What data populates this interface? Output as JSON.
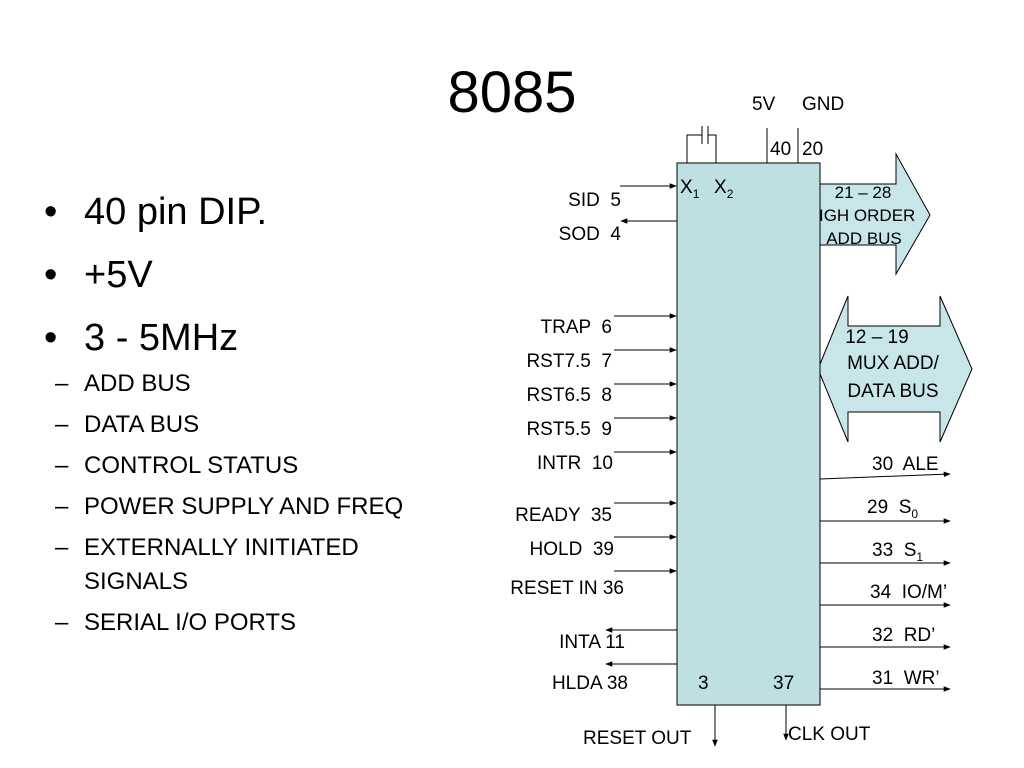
{
  "slide": {
    "title": "8085",
    "bullets": [
      {
        "text": "40 pin DIP."
      },
      {
        "text": "+5V"
      },
      {
        "text": "3 - 5MHz",
        "sub": [
          "ADD BUS",
          "DATA BUS",
          "CONTROL STATUS",
          "POWER SUPPLY AND FREQ",
          "EXTERNALLY INITIATED SIGNALS",
          "SERIAL I/O PORTS"
        ]
      }
    ]
  },
  "diagram": {
    "colors": {
      "chip_fill": "#bfe0e3",
      "arrow_fill": "#c8e6e9",
      "line": "#000000"
    },
    "power": {
      "vcc": "5V",
      "gnd": "GND",
      "vcc_pin": "40",
      "gnd_pin": "20"
    },
    "crystal": [
      {
        "base": "X",
        "sub": "1"
      },
      {
        "base": "X",
        "sub": "2"
      }
    ],
    "left_pins": [
      {
        "name": "SID",
        "pin": "5",
        "direction": "in"
      },
      {
        "name": "SOD",
        "pin": "4",
        "direction": "out"
      },
      {
        "name": "TRAP",
        "pin": "6",
        "direction": "in"
      },
      {
        "name": "RST7.5",
        "pin": "7",
        "direction": "in"
      },
      {
        "name": "RST6.5",
        "pin": "8",
        "direction": "in"
      },
      {
        "name": "RST5.5",
        "pin": "9",
        "direction": "in"
      },
      {
        "name": "INTR",
        "pin": "10",
        "direction": "in"
      },
      {
        "name": "READY",
        "pin": "35",
        "direction": "in"
      },
      {
        "name": "HOLD",
        "pin": "39",
        "direction": "in"
      },
      {
        "name": "RESET IN",
        "pin": "36",
        "direction": "in"
      },
      {
        "name": "INTA",
        "pin": "11",
        "direction": "out"
      },
      {
        "name": "HLDA",
        "pin": "38",
        "direction": "out"
      }
    ],
    "right_pins": [
      {
        "pin": "30",
        "name": "ALE"
      },
      {
        "pin": "29",
        "name": "S",
        "sub": "0"
      },
      {
        "pin": "33",
        "name": "S",
        "sub": "1"
      },
      {
        "pin": "34",
        "name": "IO/M’"
      },
      {
        "pin": "32",
        "name": "RD’"
      },
      {
        "pin": "31",
        "name": "WR’"
      }
    ],
    "bottom_pins": [
      {
        "pin": "3",
        "name": "RESET OUT"
      },
      {
        "pin": "37",
        "name": "CLK OUT"
      }
    ],
    "high_order_bus": {
      "lines": [
        "21 – 28",
        "HIGH ORDER",
        "ADD BUS"
      ]
    },
    "mux_bus": {
      "lines": [
        "12 – 19",
        "MUX ADD/",
        "DATA BUS"
      ]
    }
  }
}
